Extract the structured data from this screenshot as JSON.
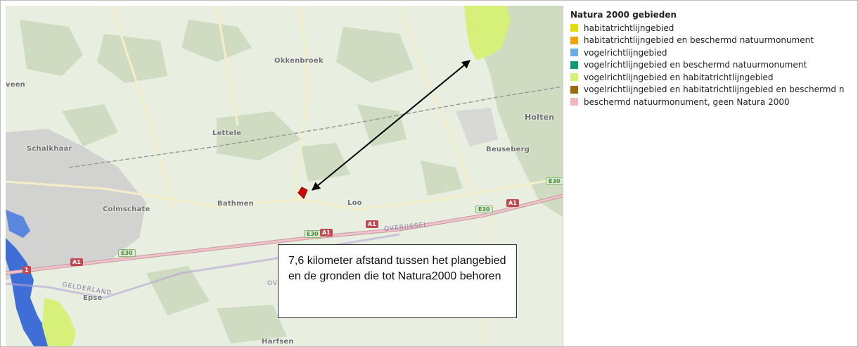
{
  "legend": {
    "title": "Natura 2000 gebieden",
    "items": [
      {
        "label": "habitatrichtlijngebied",
        "color": "#e6dc00"
      },
      {
        "label": "habitatrichtlijngebied en beschermd natuurmonument",
        "color": "#f5a300"
      },
      {
        "label": "vogelrichtlijngebied",
        "color": "#6aaee8"
      },
      {
        "label": "vogelrichtlijngebied en beschermd natuurmonument",
        "color": "#0f9a78"
      },
      {
        "label": "vogelrichtlijngebied en habitatrichtlijngebied",
        "color": "#d6f07a"
      },
      {
        "label": "vogelrichtlijngebied en habitatrichtlijngebied en beschermd n",
        "color": "#9a6a12"
      },
      {
        "label": "beschermd natuurmonument, geen Natura 2000",
        "color": "#f5b8bd"
      }
    ]
  },
  "map": {
    "places": {
      "okkenbroek": "Okkenbroek",
      "veen": "veen",
      "holten": "Holten",
      "lettele": "Lettele",
      "schalkhaar": "Schalkhaar",
      "beuseberg": "Beuseberg",
      "colmschate": "Colmschate",
      "bathmen": "Bathmen",
      "loo": "Loo",
      "epse": "Epse",
      "harfsen": "Harfsen"
    },
    "province_labels": {
      "overijssel": "OVERIJSSEL",
      "gelderland": "GELDERLAND",
      "ov": "OV"
    },
    "road_shields": {
      "a1": "A1",
      "e30": "E30",
      "one": "1"
    },
    "natura_color": "#d6f07a"
  },
  "callout": {
    "text": "7,6 kilometer afstand tussen het plangebied en de gronden die tot Natura2000 behoren"
  }
}
